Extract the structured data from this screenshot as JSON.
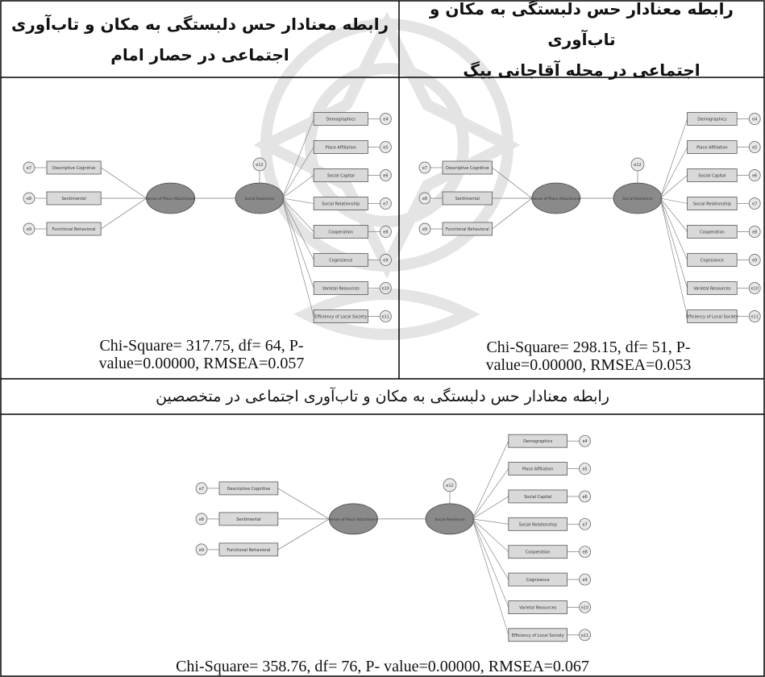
{
  "table": {
    "panel_right_title": "رابطه معنادار حس دلبستگی به مکان و تاب‌آوری اجتماعی در محله آقاجانی بیگ",
    "panel_right_title_line1": "رابطه معنادار حس دلبستگی به مکان و تاب‌آوری",
    "panel_right_title_line2": "اجتماعی در محله آقاجانی بیگ",
    "panel_left_title_line1": "رابطه معنادار حس دلبستگی به مکان و تاب‌آوری",
    "panel_left_title_line2": "اجتماعی در حصار امام",
    "panel_bottom_title": "رابطه معنادار حس دلبستگی به مکان و تاب‌آوری اجتماعی در متخصصین",
    "caption_left_line1": "Chi-Square= 317.75, df= 64, P-",
    "caption_left_line2": "value=0.00000, RMSEA=0.057",
    "caption_right_line1": "Chi-Square= 298.15, df= 51, P-",
    "caption_right_line2": "value=0.00000, RMSEA=0.053",
    "caption_bottom": "Chi-Square= 358.76, df= 76, P- value=0.00000, RMSEA=0.067"
  },
  "diagram": {
    "left_factors": [
      "Descriptive Cognitive",
      "Sentimental",
      "Functional Behavioral"
    ],
    "left_errors": [
      "e7",
      "e8",
      "e9"
    ],
    "latent_exogenous": "Sense of Place Attachment",
    "latent_endogenous": "Social Resilience",
    "disturbance": "e12",
    "right_factors": [
      "Demographics",
      "Place Affiliation",
      "Social Capital",
      "Social Relationship",
      "Cooperation",
      "Cognizance",
      "Varietal Resources",
      "Efficiency of Local Society"
    ],
    "right_errors": [
      "e4",
      "e5",
      "e6",
      "e7",
      "e8",
      "e9",
      "e10",
      "e11"
    ]
  }
}
